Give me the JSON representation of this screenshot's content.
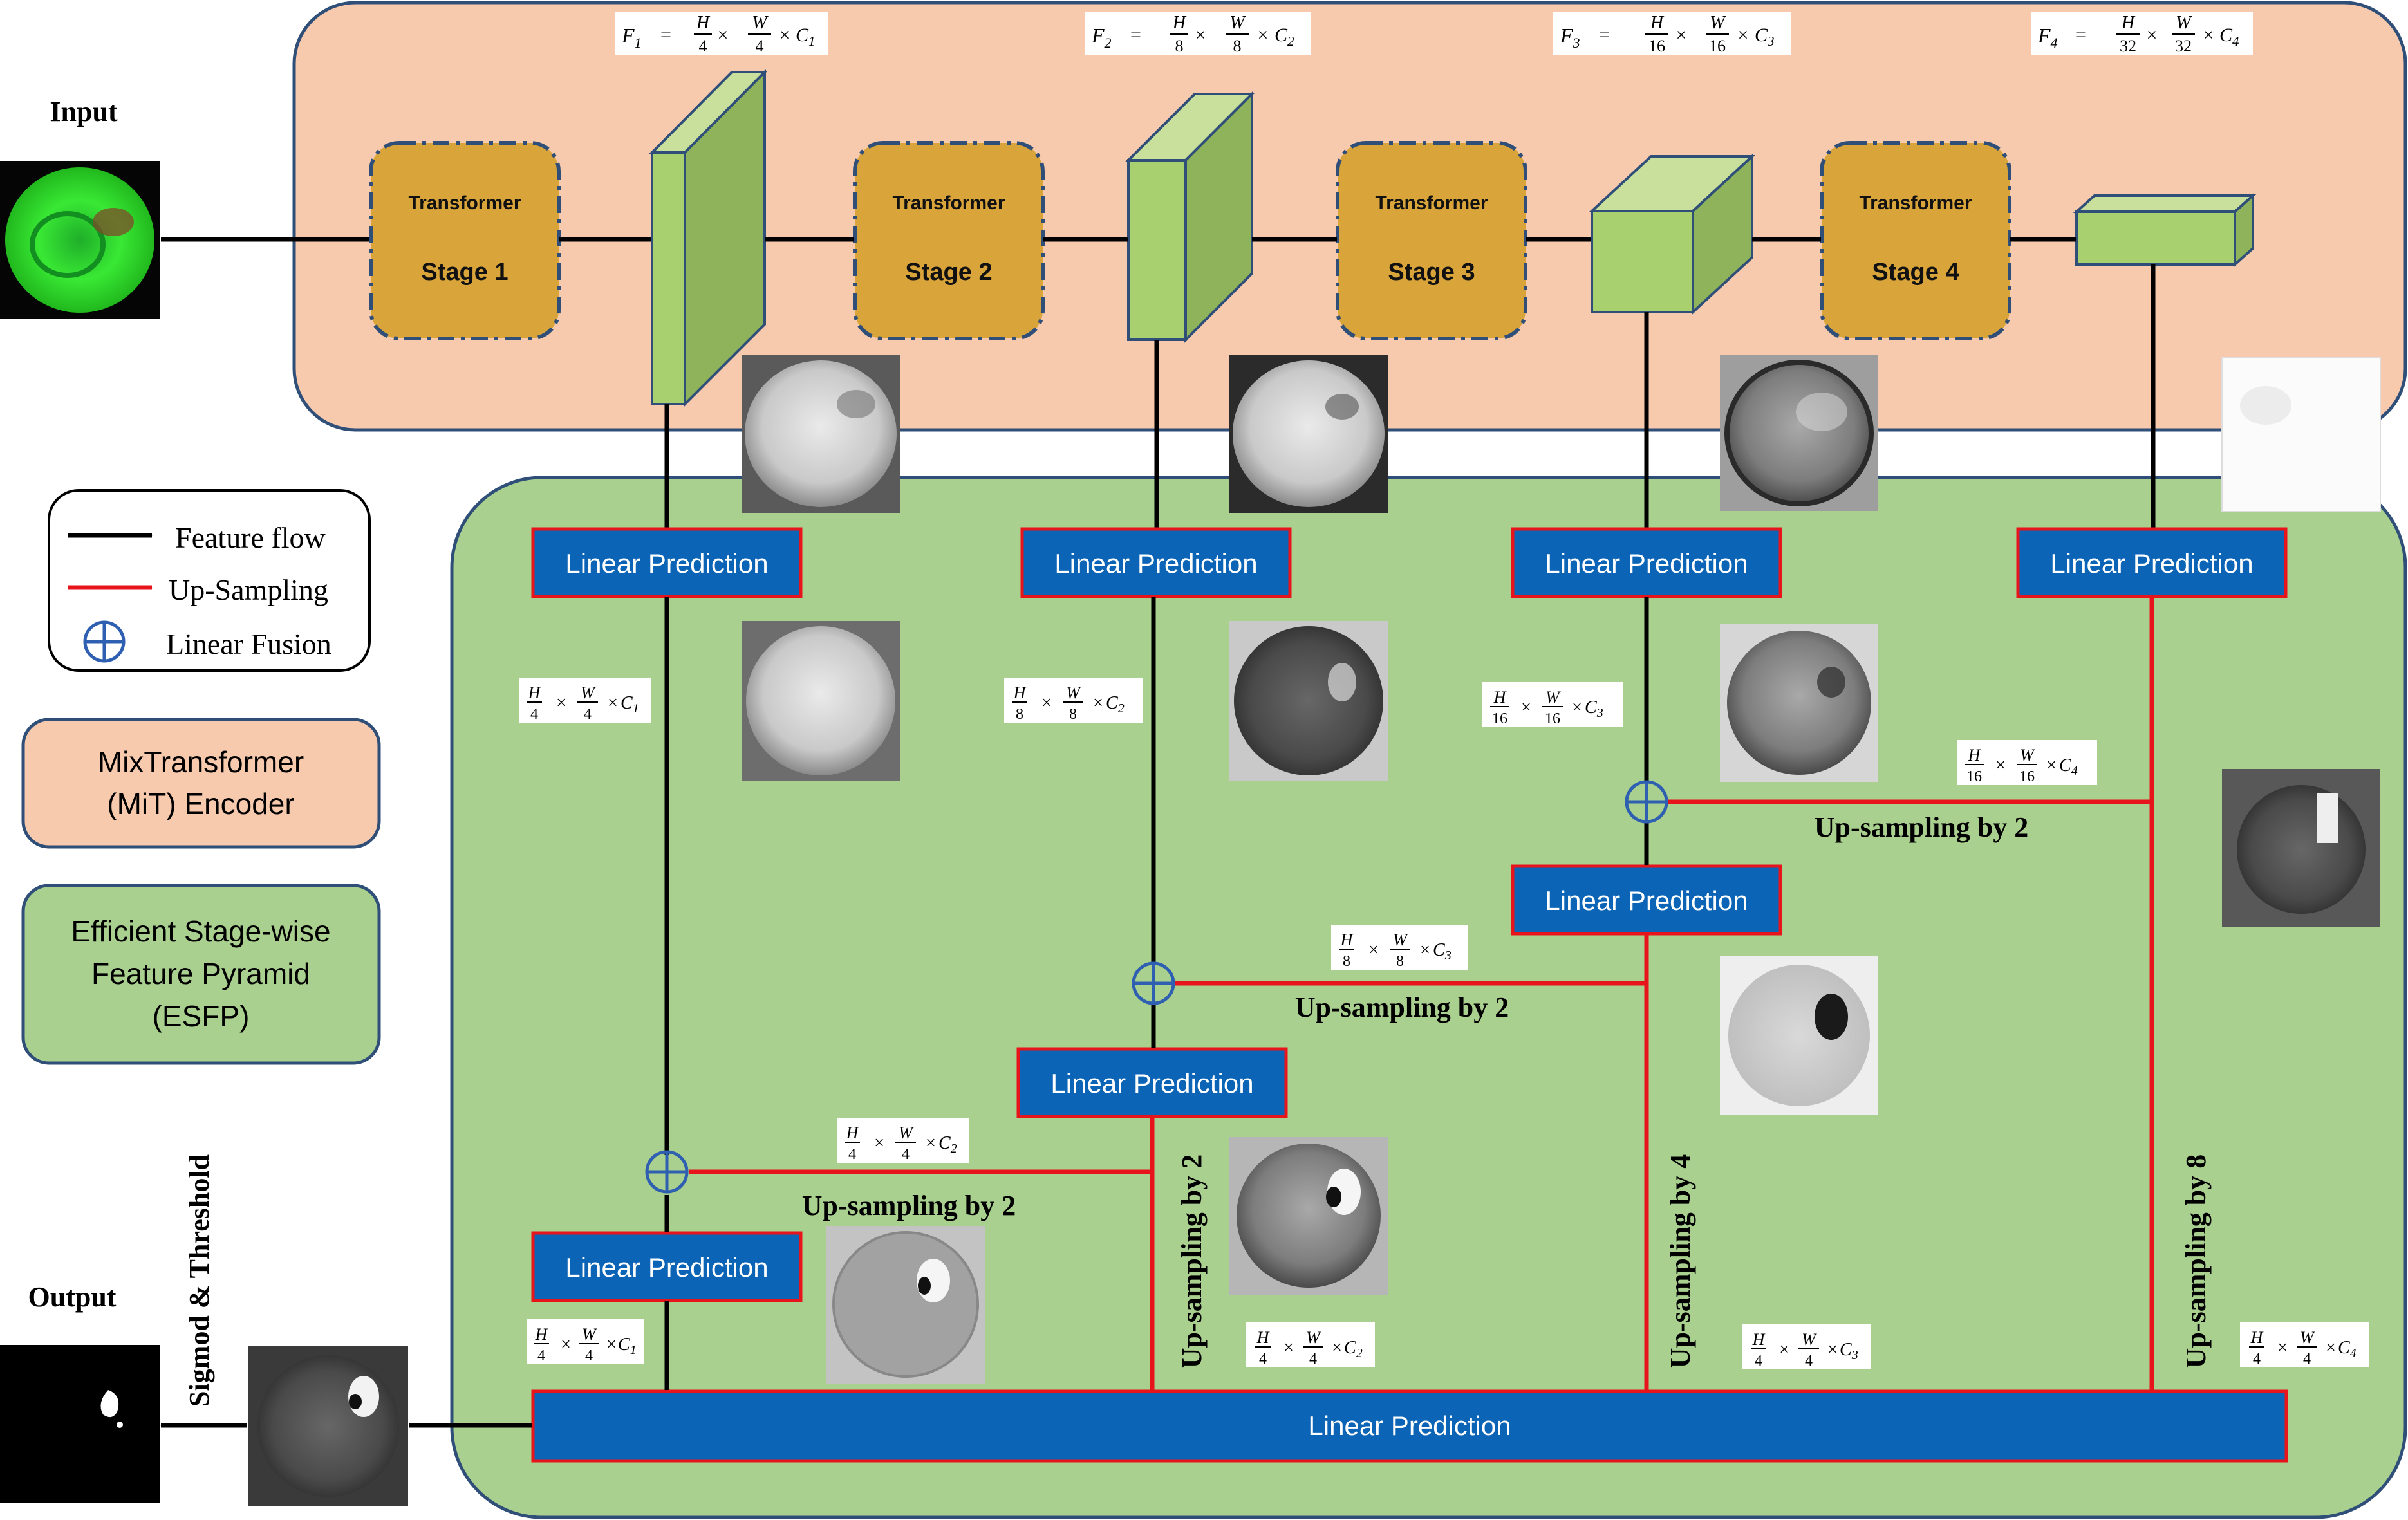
{
  "input": {
    "label": "Input"
  },
  "output": {
    "label": "Output",
    "postprocess": "Sigmod & Threshold"
  },
  "encoder": {
    "stages": [
      {
        "line1": "Transformer",
        "line2": "Stage 1"
      },
      {
        "line1": "Transformer",
        "line2": "Stage 2"
      },
      {
        "line1": "Transformer",
        "line2": "Stage 3"
      },
      {
        "line1": "Transformer",
        "line2": "Stage 4"
      }
    ],
    "features": [
      {
        "name": "F",
        "sub": "1",
        "hnum": "H",
        "hden": "4",
        "wnum": "W",
        "wden": "4",
        "c": "C",
        "csub": "1"
      },
      {
        "name": "F",
        "sub": "2",
        "hnum": "H",
        "hden": "8",
        "wnum": "W",
        "wden": "8",
        "c": "C",
        "csub": "2"
      },
      {
        "name": "F",
        "sub": "3",
        "hnum": "H",
        "hden": "16",
        "wnum": "W",
        "wden": "16",
        "c": "C",
        "csub": "3"
      },
      {
        "name": "F",
        "sub": "4",
        "hnum": "H",
        "hden": "32",
        "wnum": "W",
        "wden": "32",
        "c": "C",
        "csub": "4"
      }
    ]
  },
  "legend": {
    "feature_flow": "Feature flow",
    "up_sampling": "Up-Sampling",
    "linear_fusion": "Linear Fusion",
    "mit_line1": "MixTransformer",
    "mit_line2": "(MiT) Encoder",
    "esfp_line1": "Efficient Stage-wise",
    "esfp_line2": "Feature Pyramid",
    "esfp_line3": "(ESFP)"
  },
  "decoder": {
    "linear_prediction": "Linear Prediction",
    "upsample_by_2": "Up-sampling by 2",
    "upsample_by_4": "Up-sampling by 4",
    "upsample_by_8": "Up-sampling by 8",
    "dims": [
      {
        "hden": "4",
        "wden": "4",
        "csub": "1"
      },
      {
        "hden": "8",
        "wden": "8",
        "csub": "2"
      },
      {
        "hden": "16",
        "wden": "16",
        "csub": "3"
      },
      {
        "hden": "16",
        "wden": "16",
        "csub": "4"
      },
      {
        "hden": "8",
        "wden": "8",
        "csub": "3"
      },
      {
        "hden": "4",
        "wden": "4",
        "csub": "2"
      },
      {
        "hden": "4",
        "wden": "4",
        "csub": "1"
      },
      {
        "hden": "4",
        "wden": "4",
        "csub": "2"
      },
      {
        "hden": "4",
        "wden": "4",
        "csub": "3"
      },
      {
        "hden": "4",
        "wden": "4",
        "csub": "4"
      }
    ]
  },
  "colors": {
    "encoder_bg": "#f7c9ad",
    "decoder_bg": "#a9d08e",
    "stage_fill": "#d9a43a",
    "block_blue": "#0b64b6",
    "arrow_red": "#e8141c",
    "panel_border": "#2f4f79"
  }
}
